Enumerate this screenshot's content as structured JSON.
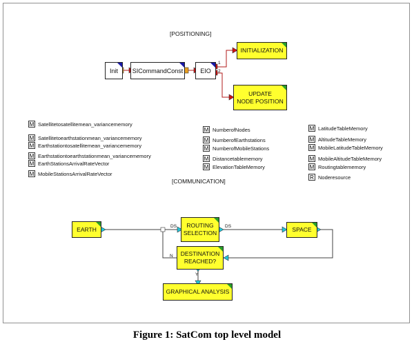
{
  "positioning": {
    "title": "[POSITIONING]",
    "init_label": "Init",
    "sicommand_label": "SICommandConst",
    "eio_label": "EIO",
    "initialization_label": "INITIALIZATION",
    "update_line1": "UPDATE",
    "update_line2": "NODE POSITION",
    "port1": "1",
    "port2": "2"
  },
  "memories": {
    "col1": [
      {
        "tag": "M",
        "label": "Satellitetosatellitemean_variancememory"
      },
      {
        "tag": "M",
        "label": "Satellitetoearthstationmean_variancememory"
      },
      {
        "tag": "M",
        "label": "Earthstationtosatellitemean_variancememory"
      },
      {
        "tag": "M",
        "label": "Earthstationtoearthstationmean_variancememory"
      },
      {
        "tag": "M",
        "label": "EarthStationsArrivalRateVector"
      },
      {
        "tag": "M",
        "label": "MobileStationsArrivalRateVector"
      }
    ],
    "col2": [
      {
        "tag": "M",
        "label": "NumberofNodes"
      },
      {
        "tag": "M",
        "label": "NumberofEarthstations"
      },
      {
        "tag": "M",
        "label": "NumberofMobileStations"
      },
      {
        "tag": "M",
        "label": "Distancetablememory"
      },
      {
        "tag": "M",
        "label": "ElevationTableMemory"
      }
    ],
    "col3": [
      {
        "tag": "M",
        "label": "LatitudeTableMemory"
      },
      {
        "tag": "M",
        "label": "AltitudeTableMemory"
      },
      {
        "tag": "M",
        "label": "MobileLatitudeTableMemory"
      },
      {
        "tag": "M",
        "label": "MobileAltitudeTableMemory"
      },
      {
        "tag": "M",
        "label": "Routingtablememory"
      },
      {
        "tag": "R",
        "label": "Noderesource"
      }
    ]
  },
  "communication": {
    "title": "[COMMUNICATION]",
    "earth_label": "EARTH",
    "routing_line1": "ROUTING",
    "routing_line2": "SELECTION",
    "space_label": "SPACE",
    "destination_line1": "DESTINATION",
    "destination_line2": "REACHED?",
    "graphical_label": "GRAPHICAL ANALYSIS",
    "ds_label_1": "DS",
    "ds_label_2": "DS",
    "n_label": "N",
    "y_label": "Y"
  },
  "caption": "Figure 1: SatCom top level model",
  "colors": {
    "block_yellow": "#ffff2e",
    "port_red": "#d01010",
    "port_orange": "#e8a020",
    "port_cyan": "#22c4d8",
    "corner_blue": "#1a1aa8",
    "corner_green": "#2aa02a"
  }
}
